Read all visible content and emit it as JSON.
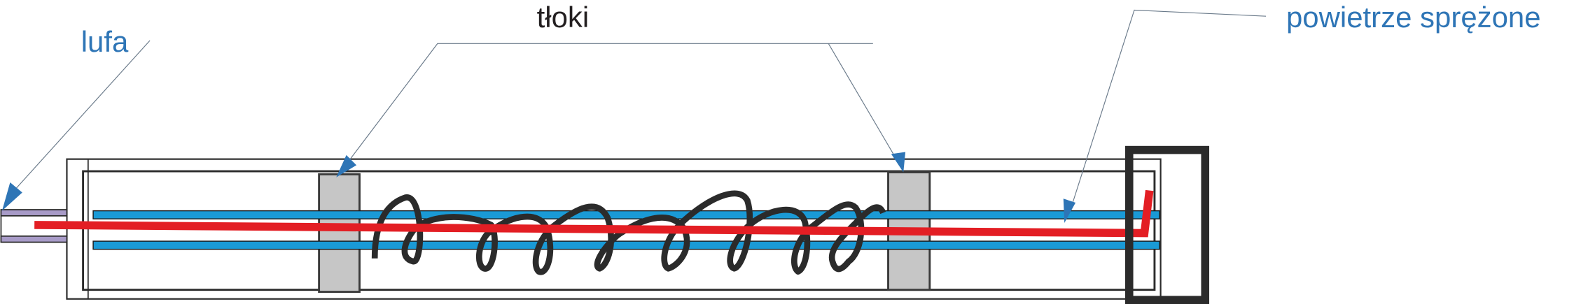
{
  "labels": {
    "barrel": "lufa",
    "pistons": "tłoki",
    "compressed_air": "powietrze sprężone"
  },
  "colors": {
    "label_blue": "#2e75b6",
    "label_black": "#231f20",
    "tube_blue": "#1a9ad6",
    "air_red": "#e31e24",
    "piston_gray": "#c6c6c6",
    "barrel_purple": "#a89bc8",
    "outline": "#2b2b2b"
  }
}
